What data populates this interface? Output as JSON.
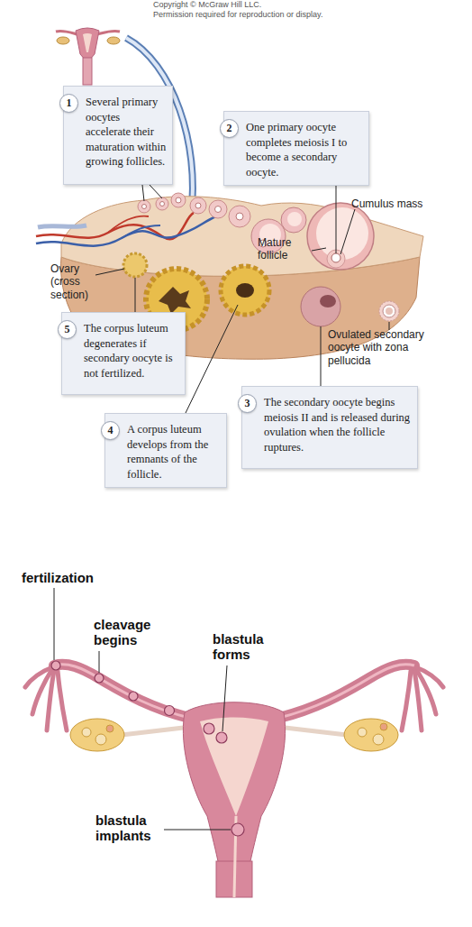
{
  "diagram": {
    "nodes": [
      {
        "text": [
          "1",
          "Several primary oocytes accelerate their maturation within growing follicles."
        ]
      },
      {
        "text": [
          "2",
          "One primary oocyte completes meiosis I to become a secondary oocyte."
        ]
      },
      {
        "text": [
          "3",
          "The secondary oocyte begins meiosis II and is released during ovulation when the follicle ruptures."
        ]
      },
      {
        "text": [
          "4",
          "A corpus luteum develops from the remnants of the follicle."
        ]
      },
      {
        "text": [
          "5",
          "The corpus luteum degenerates if secondary oocyte is not fertilized."
        ]
      }
    ],
    "labels": [
      "Copyright © McGraw Hill LLC.",
      "Permission required for reproduction or display.",
      "Cumulus mass",
      "Mature follicle",
      "Ovary (cross section)",
      "Ovulated secondary oocyte with zona pellucida",
      "fertilization",
      "cleavage begins",
      "blastula forms",
      "blastula implants"
    ]
  }
}
